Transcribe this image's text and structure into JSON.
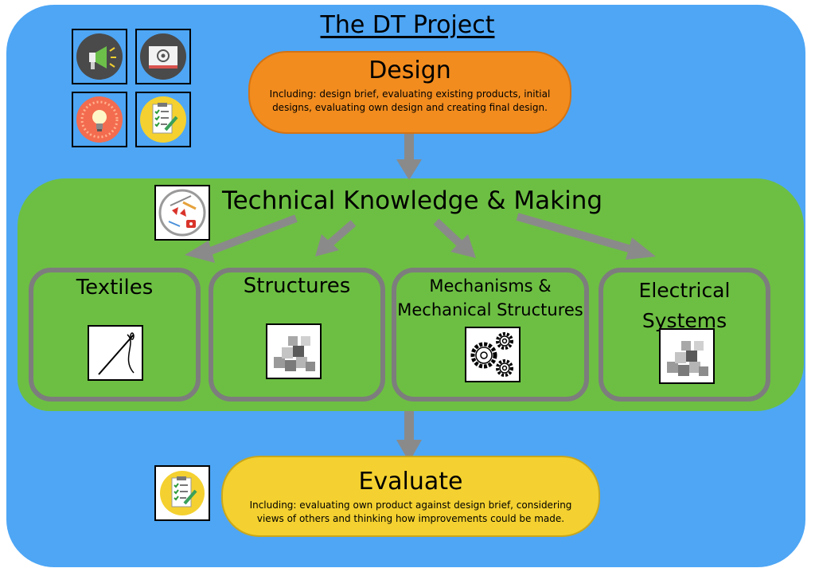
{
  "title": "The DT Project",
  "design": {
    "heading": "Design",
    "text": "Including: design brief, evaluating existing products, initial designs, evaluating own design and creating final design."
  },
  "technical": {
    "heading": "Technical Knowledge & Making",
    "areas": [
      {
        "label": "Textiles",
        "icon": "needle-thread-icon"
      },
      {
        "label": "Structures",
        "icon": "blocks-icon"
      },
      {
        "label": "Mechanisms & Mechanical Structures",
        "icon": "gears-icon"
      },
      {
        "label": "Electrical Systems",
        "icon": "blocks-icon"
      }
    ]
  },
  "evaluate": {
    "heading": "Evaluate",
    "text": "Including: evaluating own product against design brief, considering views of others and thinking how improvements could be made."
  },
  "side_icons": [
    "megaphone-icon",
    "blueprint-icon",
    "lightbulb-icon",
    "checklist-icon"
  ],
  "colors": {
    "background": "#4ea6f5",
    "technical": "#6dbf43",
    "design": "#f28c1e",
    "evaluate": "#f4d130",
    "arrow": "#8a8a8a"
  }
}
